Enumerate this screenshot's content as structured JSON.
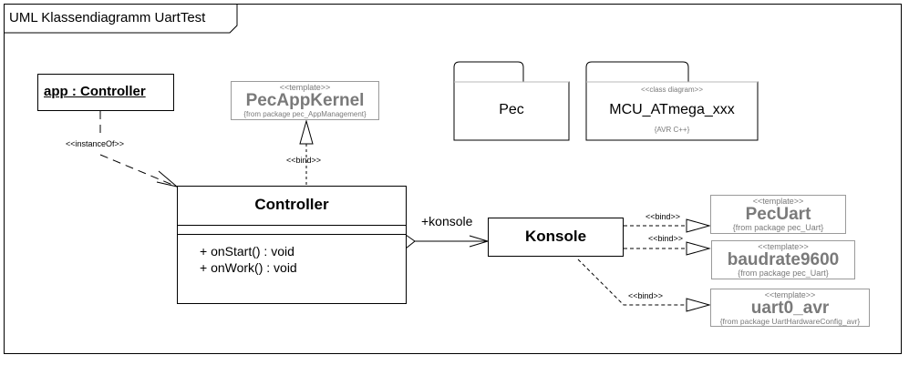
{
  "diagram": {
    "title": "UML Klassendiagramm UartTest",
    "instance": {
      "label": "app : Controller"
    },
    "classes": {
      "controller": {
        "name": "Controller",
        "operations": [
          "+ onStart() : void",
          "+ onWork() : void"
        ]
      },
      "konsole": {
        "name": "Konsole"
      }
    },
    "templates": {
      "pecAppKernel": {
        "stereotype": "<<template>>",
        "name": "PecAppKernel",
        "from": "{from package pec_AppManagement}"
      },
      "pecUart": {
        "stereotype": "<<template>>",
        "name": "PecUart",
        "from": "{from package pec_Uart}"
      },
      "baudrate9600": {
        "stereotype": "<<template>>",
        "name": "baudrate9600",
        "from": "{from package pec_Uart}"
      },
      "uart0Avr": {
        "stereotype": "<<template>>",
        "name": "uart0_avr",
        "from": "{from package UartHardwareConfig_avr}"
      }
    },
    "packages": {
      "pec": {
        "name": "Pec"
      },
      "mcu": {
        "stereotype": "<<class diagram>>",
        "name": "MCU_ATmega_xxx",
        "constraint": "{AVR C++}"
      }
    },
    "relations": {
      "instanceOf": "<<instanceOf>>",
      "bindKernel": "<<bind>>",
      "bindPecUart": "<<bind>>",
      "bindBaud": "<<bind>>",
      "bindUart0": "<<bind>>",
      "konsoleRole": "+konsole"
    }
  }
}
